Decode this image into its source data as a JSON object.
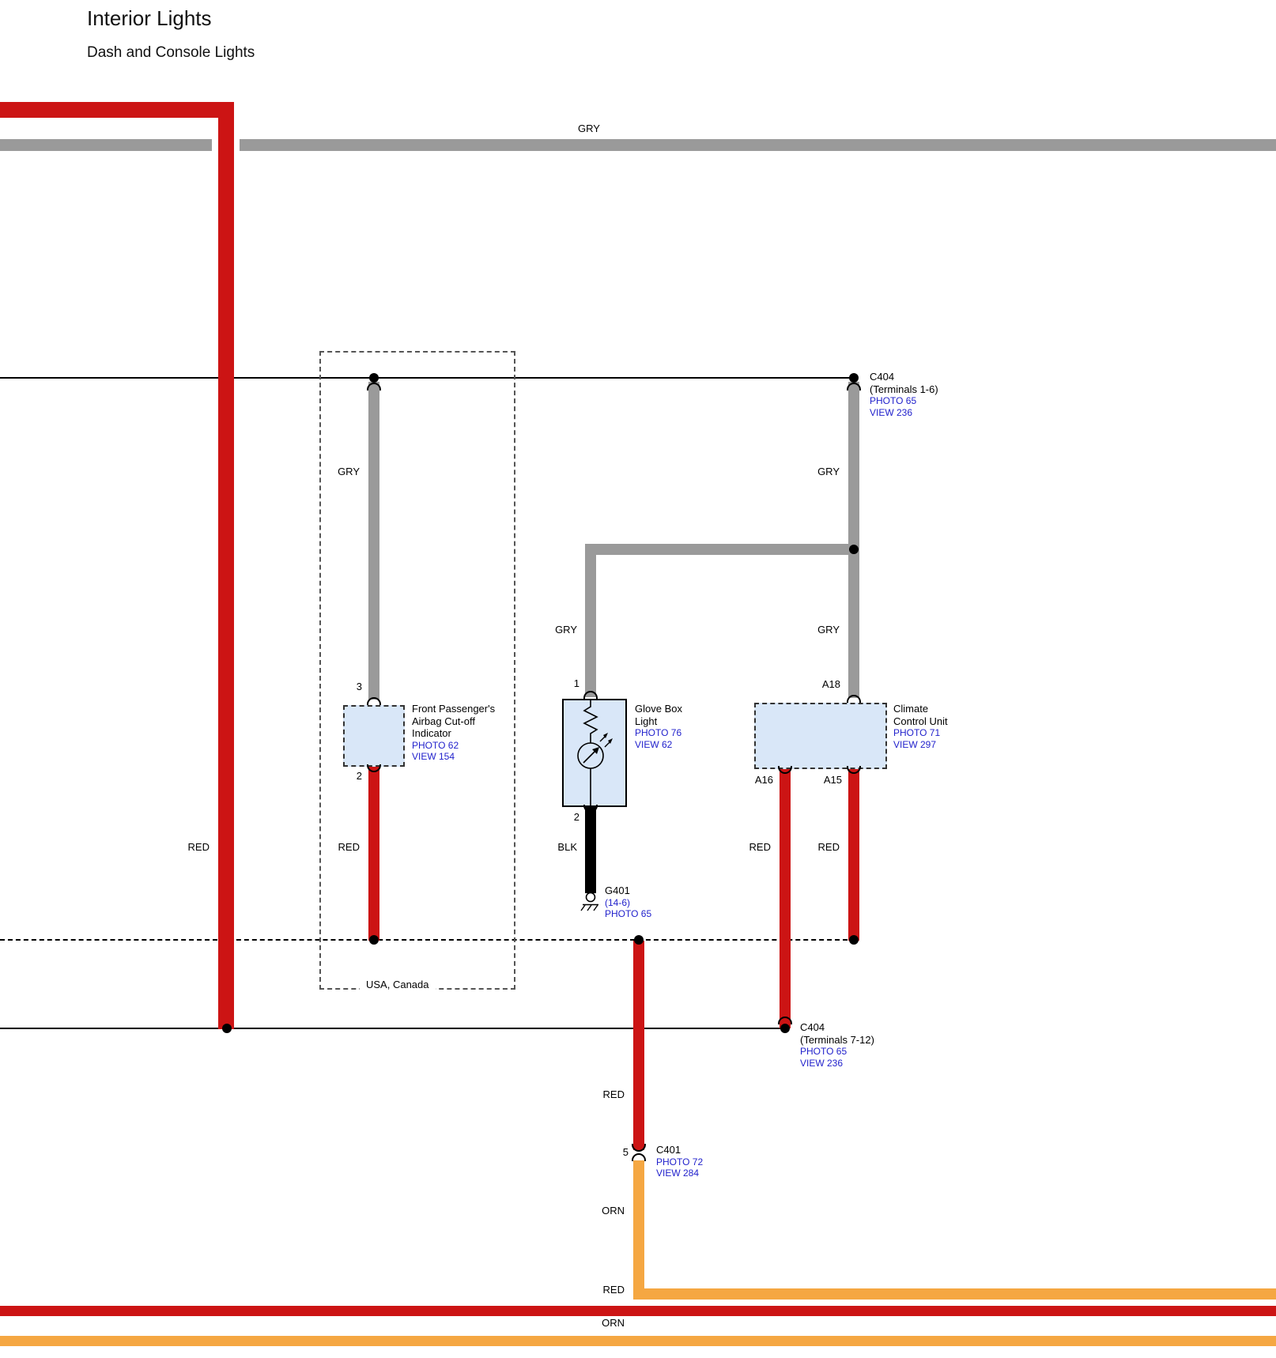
{
  "title": "Interior Lights",
  "subtitle": "Dash and Console Lights",
  "colors": {
    "red": "#cc1414",
    "gray": "#9a9a9a",
    "orange": "#f5a742",
    "black": "#000000",
    "link_blue": "#2222cc",
    "component_fill": "#d9e7f8"
  },
  "labels": {
    "gry": "GRY",
    "red": "RED",
    "blk": "BLK",
    "orn": "ORN"
  },
  "region": "USA, Canada",
  "components": {
    "airbag": {
      "name1": "Front Passenger's",
      "name2": "Airbag Cut-off",
      "name3": "Indicator",
      "photo": "PHOTO 62",
      "view": "VIEW 154",
      "t_top": "3",
      "t_bottom": "2"
    },
    "glove": {
      "name1": "Glove Box",
      "name2": "Light",
      "photo": "PHOTO 76",
      "view": "VIEW 62",
      "t_top": "1",
      "t_bottom": "2"
    },
    "ccu": {
      "name1": "Climate",
      "name2": "Control Unit",
      "photo": "PHOTO 71",
      "view": "VIEW 297",
      "t_top": "A18",
      "t_bl": "A16",
      "t_br": "A15"
    }
  },
  "connectors": {
    "c404_top": {
      "name": "C404",
      "detail": "(Terminals 1-6)",
      "photo": "PHOTO 65",
      "view": "VIEW 236"
    },
    "c404_bottom": {
      "name": "C404",
      "detail": "(Terminals 7-12)",
      "photo": "PHOTO 65",
      "view": "VIEW 236"
    },
    "c401": {
      "name": "C401",
      "photo": "PHOTO 72",
      "view": "VIEW 284",
      "terminal": "5"
    },
    "g401": {
      "name": "G401",
      "detail": "(14-6)",
      "photo": "PHOTO 65"
    }
  }
}
